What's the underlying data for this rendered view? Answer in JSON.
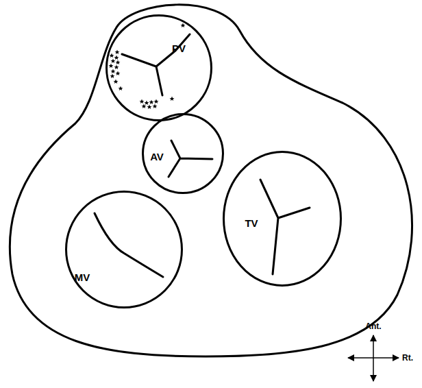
{
  "diagram": {
    "nodes": [
      {
        "text": [
          "PV"
        ]
      },
      {
        "text": [
          "AV"
        ]
      },
      {
        "text": [
          "TV"
        ]
      },
      {
        "text": [
          "MV"
        ]
      }
    ],
    "labels": [
      "Ant.",
      "Rt."
    ]
  }
}
